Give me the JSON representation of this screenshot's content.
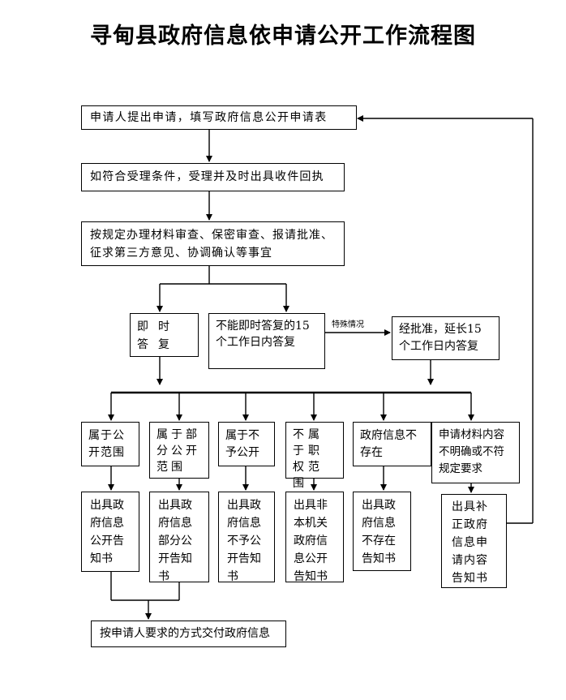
{
  "title": "寻甸县政府信息依申请公开工作流程图",
  "steps": {
    "apply": "申请人提出申请，填写政府信息公开申请表",
    "accept": "如符合受理条件，受理并及时出具收件回执",
    "review": "按规定办理材料审查、保密审查、报请批准、征求第三方意见、协调确认等事宜",
    "immediate": "即时答复",
    "not_immediate": "不能即时答复的15个工作日内答复",
    "special_label": "特殊情况",
    "extend": "经批准，延长15个工作日内答复"
  },
  "categories": [
    "属于公开范围",
    "属于部分公开范围",
    "属于不予公开",
    "不属于职权范围",
    "政府信息不存在",
    "申请材料内容不明确或不符规定要求"
  ],
  "notices": [
    "出具政府信息公开告知书",
    "出具政府信息部分公开告知书",
    "出具政府信息不予公开告知书",
    "出具非本机关政府信息公开告知书",
    "出具政府信息不存在告知书",
    "出具补正政府信息申请内容告知书"
  ],
  "final": "按申请人要求的方式交付政府信息"
}
